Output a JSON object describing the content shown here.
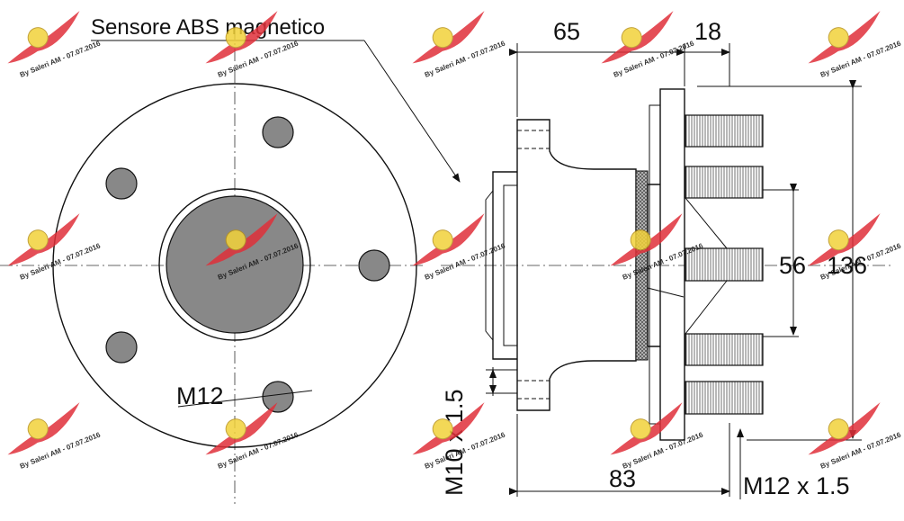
{
  "labels": {
    "sensor": "Sensore ABS magnetico",
    "dim_65": "65",
    "dim_18": "18",
    "dim_56": "56",
    "dim_136": "136",
    "dim_83": "83",
    "thread_hole": "M12",
    "thread_m10": "M10 x 1.5",
    "thread_m12": "M12 x 1.5"
  },
  "watermark": {
    "text": "By Saleri AM - 07.07.2016",
    "color": "#e0303a"
  }
}
